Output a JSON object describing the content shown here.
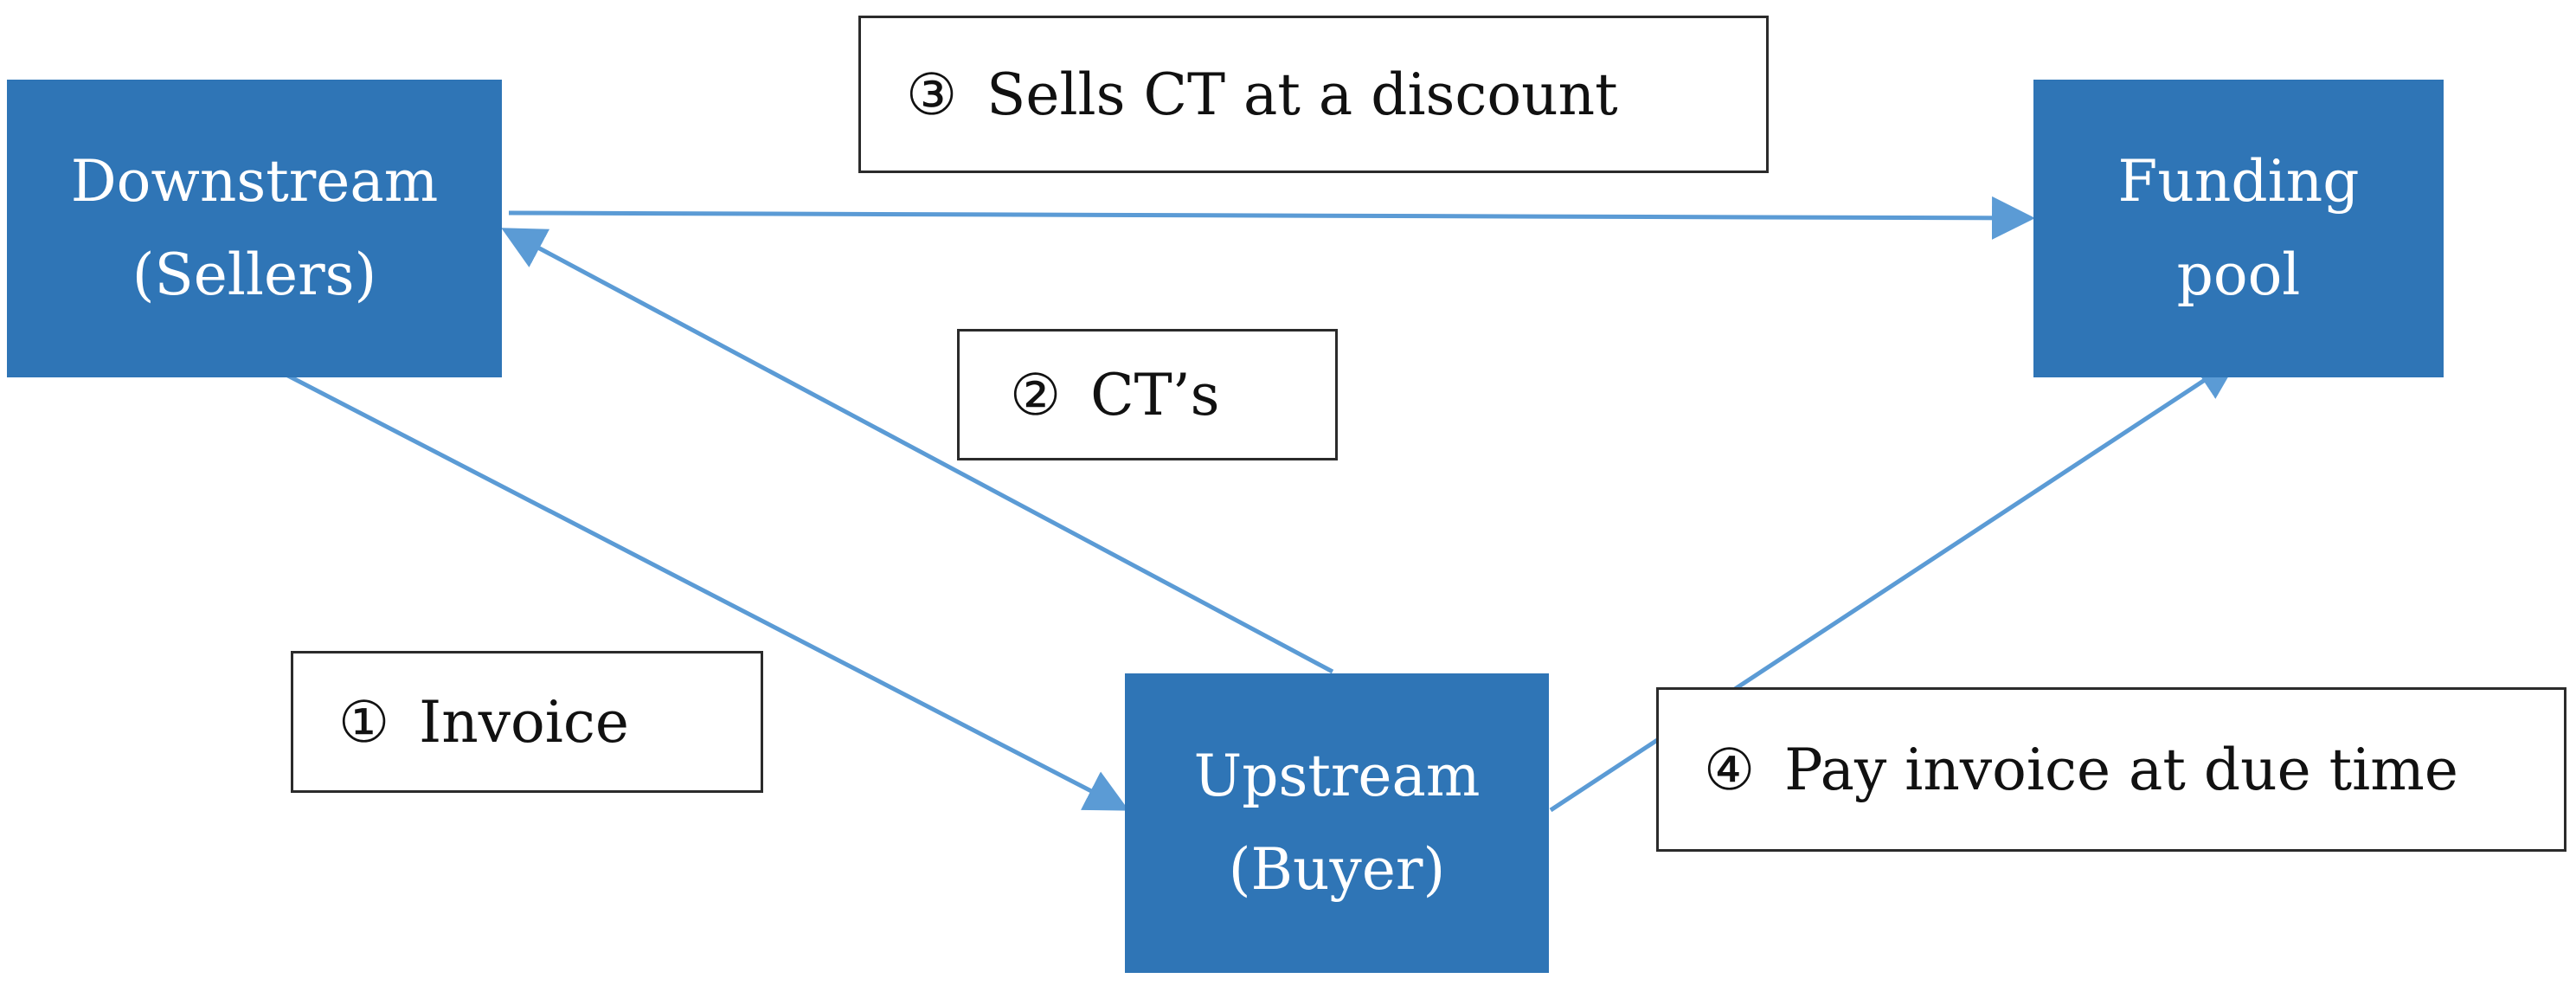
{
  "nodes": {
    "downstream": {
      "line1": "Downstream",
      "line2": "(Sellers)"
    },
    "funding": {
      "line1": "Funding",
      "line2": "pool"
    },
    "upstream": {
      "line1": "Upstream",
      "line2": "(Buyer)"
    }
  },
  "steps": [
    {
      "num": "①",
      "text": "Invoice"
    },
    {
      "num": "②",
      "text": "CT’s"
    },
    {
      "num": "③",
      "text": "Sells CT at a discount"
    },
    {
      "num": "④",
      "text": "Pay invoice at due time"
    }
  ],
  "colors": {
    "node_fill": "#2f75b6",
    "node_text": "#ffffff",
    "arrow": "#5b9bd5",
    "label_border": "#2b2b2b"
  }
}
